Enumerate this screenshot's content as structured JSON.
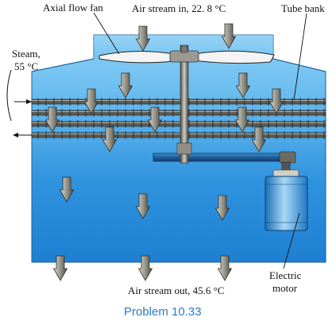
{
  "labels": {
    "axial_fan": "Axial flow fan",
    "air_in": "Air stream in, 22. 8 °C",
    "tube_bank": "Tube bank",
    "steam_line1": "Steam,",
    "steam_line2": "55 °C",
    "air_out": "Air stream out, 45.6 °C",
    "motor_line1": "Electric",
    "motor_line2": "motor"
  },
  "caption": "Problem 10.33",
  "colors": {
    "housing_top": "#8fd0f4",
    "housing_bottom": "#1e7fd2",
    "arrow_light": "#b8b8ad",
    "arrow_dark": "#54544c",
    "caption": "#2a7bc4"
  },
  "icons": {
    "arrow": "down-arrow-icon",
    "fan": "axial-fan-icon",
    "motor": "electric-motor-icon"
  }
}
